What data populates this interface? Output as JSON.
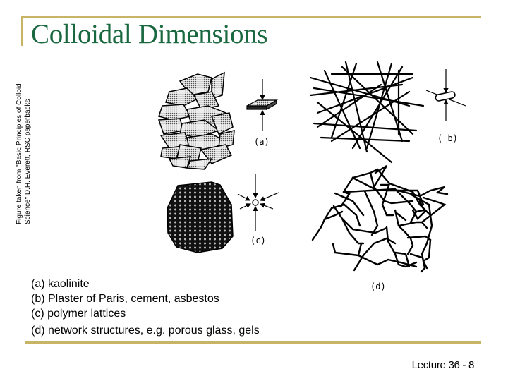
{
  "slide": {
    "title": "Colloidal Dimensions",
    "credit_lines": [
      "Figure taken from \"Basic Principles of Colloid",
      "Science\" D.H. Everett, RSC paperbacks"
    ],
    "legend": [
      "(a) kaolinite",
      "(b) Plaster of Paris, cement, asbestos",
      "(c) polymer lattices",
      "(d) network structures, e.g. porous glass, gels"
    ],
    "footer": "Lecture 36 - 8",
    "accent_color": "#c8b465",
    "title_color": "#19683f"
  },
  "figure": {
    "panels": [
      {
        "id": "a",
        "label": "(a)",
        "description": "plate-like particles (kaolinite)"
      },
      {
        "id": "b",
        "label": "( b)",
        "description": "rod-like particles"
      },
      {
        "id": "c",
        "label": "(c)",
        "description": "spherical particles"
      },
      {
        "id": "d",
        "label": "(d)",
        "description": "network structure"
      }
    ]
  }
}
